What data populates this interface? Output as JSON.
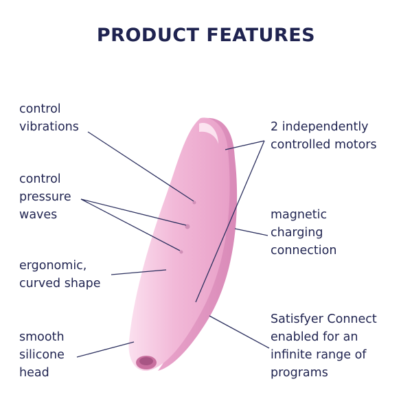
{
  "title": "PRODUCT FEATURES",
  "features": {
    "control_vibrations": "control\nvibrations",
    "control_pressure_waves": "control\npressure\nwaves",
    "ergonomic_shape": "ergonomic,\ncurved shape",
    "silicone_head": "smooth\nsilicone\nhead",
    "motors": "2 independently\ncontrolled motors",
    "magnetic_charging": "magnetic\ncharging\nconnection",
    "satisfyer_connect": "Satisfyer Connect\nenabled for an\ninfinite range of\nprograms"
  },
  "colors": {
    "text": "#1f2350",
    "product_pink": "#f2b6d6",
    "product_shadow": "#d98ab8"
  }
}
